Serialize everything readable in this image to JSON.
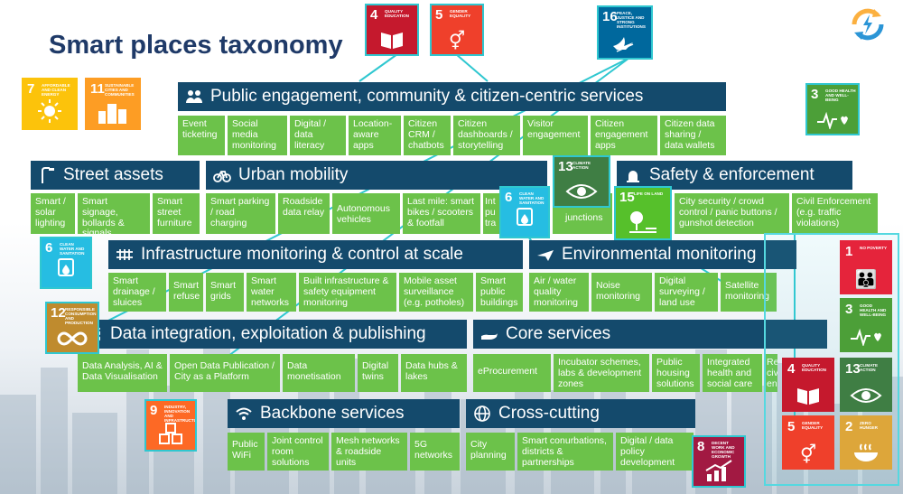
{
  "title": "Smart places taxonomy",
  "colors": {
    "header": "#144a6c",
    "cell": "#6cc24a",
    "accent": "#2fc7d0",
    "title": "#1f3a68"
  },
  "sections": {
    "public_engagement": {
      "title": "Public engagement, community & citizen-centric services",
      "icon": "people-icon",
      "items": [
        "Event ticketing",
        "Social media monitoring",
        "Digital / data literacy",
        "Location-aware apps",
        "Citizen CRM / chatbots",
        "Citizen dashboards / storytelling",
        "Visitor engagement",
        "Citizen engagement apps",
        "Citizen data sharing / data wallets"
      ]
    },
    "street_assets": {
      "title": "Street assets",
      "icon": "streetlight-icon",
      "items": [
        "Smart / solar lighting",
        "Smart signage, bollards & signals",
        "Smart street furniture"
      ]
    },
    "urban_mobility": {
      "title": "Urban mobility",
      "icon": "bicycle-icon",
      "items": [
        "Smart parking / road charging",
        "Roadside data relay",
        "Autonomous vehicles",
        "Last mile: smart bikes / scooters & footfall",
        "Int pu tra",
        "junctions"
      ]
    },
    "safety": {
      "title": "Safety & enforcement",
      "icon": "alarm-icon",
      "items": [
        "City security / crowd control / panic buttons / gunshot detection",
        "Civil Enforcement (e.g. traffic violations)"
      ]
    },
    "infrastructure": {
      "title": "Infrastructure monitoring & control at scale",
      "icon": "rail-icon",
      "items": [
        "Smart drainage / sluices",
        "Smart refuse",
        "Smart grids",
        "Smart water networks",
        "Built infrastructure & safety equipment monitoring",
        "Mobile asset surveillance (e.g. potholes)",
        "Smart public buildings"
      ]
    },
    "environmental": {
      "title": "Environmental monitoring",
      "icon": "plane-icon",
      "items": [
        "Air / water quality monitoring",
        "Noise monitoring",
        "Digital surveying / land use",
        "Satellite monitoring"
      ]
    },
    "data_integration": {
      "title": "Data integration, exploitation & publishing",
      "icon": "database-icon",
      "items": [
        "Data Analysis, AI & Data Visualisation",
        "Open Data Publication / City as a Platform",
        "Data monetisation",
        "Digital twins",
        "Data hubs & lakes"
      ]
    },
    "core_services": {
      "title": "Core services",
      "icon": "hand-icon",
      "items": [
        "eProcurement",
        "Incubator schemes, labs & development zones",
        "Public housing solutions",
        "Integrated health and social care",
        "Re civ en"
      ]
    },
    "backbone": {
      "title": "Backbone services",
      "icon": "wifi-icon",
      "items": [
        "Public WiFi",
        "Joint control room solutions",
        "Mesh networks & roadside units",
        "5G networks"
      ]
    },
    "cross_cutting": {
      "title": "Cross-cutting",
      "icon": "globe-icon",
      "items": [
        "City planning",
        "Smart conurbations, districts & partnerships",
        "Digital / data policy development"
      ]
    }
  },
  "sdgs": {
    "sdg4": {
      "num": "4",
      "label": "QUALITY EDUCATION",
      "color": "#c5192d",
      "icon": "book-icon"
    },
    "sdg5": {
      "num": "5",
      "label": "GENDER EQUALITY",
      "color": "#ef402b",
      "icon": "gender-icon"
    },
    "sdg16": {
      "num": "16",
      "label": "PEACE, JUSTICE AND STRONG INSTITUTIONS",
      "color": "#00689d",
      "icon": "dove-icon"
    },
    "sdg7": {
      "num": "7",
      "label": "AFFORDABLE AND CLEAN ENERGY",
      "color": "#fcc30b",
      "icon": "sun-icon"
    },
    "sdg11": {
      "num": "11",
      "label": "SUSTAINABLE CITIES AND COMMUNITIES",
      "color": "#fd9d24",
      "icon": "buildings-icon"
    },
    "sdg3": {
      "num": "3",
      "label": "GOOD HEALTH AND WELL-BEING",
      "color": "#4c9f38",
      "icon": "heartbeat-icon"
    },
    "sdg13": {
      "num": "13",
      "label": "CLIMATE ACTION",
      "color": "#3f7e44",
      "icon": "eye-icon"
    },
    "sdg6a": {
      "num": "6",
      "label": "CLEAN WATER AND SANITATION",
      "color": "#26bde2",
      "icon": "water-icon"
    },
    "sdg6b": {
      "num": "6",
      "label": "CLEAN WATER AND SANITATION",
      "color": "#26bde2",
      "icon": "water-icon"
    },
    "sdg15": {
      "num": "15",
      "label": "LIFE ON LAND",
      "color": "#56c02b",
      "icon": "tree-icon"
    },
    "sdg12": {
      "num": "12",
      "label": "RESPONSIBLE CONSUMPTION AND PRODUCTION",
      "color": "#bf8b2e",
      "icon": "infinity-icon"
    },
    "sdg9": {
      "num": "9",
      "label": "INDUSTRY, INNOVATION AND INFRASTRUCTURE",
      "color": "#fd6925",
      "icon": "cubes-icon"
    },
    "sdg8": {
      "num": "8",
      "label": "DECENT WORK AND ECONOMIC GROWTH",
      "color": "#a21942",
      "icon": "growth-icon"
    },
    "p1": {
      "num": "1",
      "label": "NO POVERTY",
      "color": "#e5243b",
      "icon": "family-icon"
    },
    "p3": {
      "num": "3",
      "label": "GOOD HEALTH AND WELL-BEING",
      "color": "#4c9f38",
      "icon": "heartbeat-icon"
    },
    "p4": {
      "num": "4",
      "label": "QUALITY EDUCATION",
      "color": "#c5192d",
      "icon": "book-icon"
    },
    "p13": {
      "num": "13",
      "label": "CLIMATE ACTION",
      "color": "#3f7e44",
      "icon": "eye-icon"
    },
    "p5": {
      "num": "5",
      "label": "GENDER EQUALITY",
      "color": "#ef402b",
      "icon": "gender-icon"
    },
    "p2": {
      "num": "2",
      "label": "ZERO HUNGER",
      "color": "#dda63a",
      "icon": "bowl-icon"
    }
  },
  "logo": "refresh-lightning-icon"
}
